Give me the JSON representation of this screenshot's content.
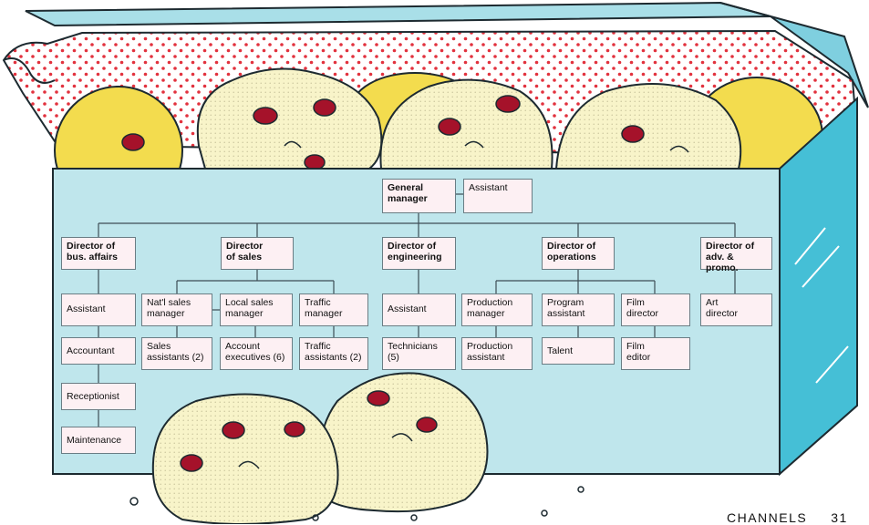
{
  "chart": {
    "nodes": {
      "gm": "General\nmanager",
      "gm_assistant": "Assistant",
      "dir_bus": "Director of\nbus. affairs",
      "dir_sales": "Director\nof sales",
      "dir_eng": "Director of\nengineering",
      "dir_ops": "Director of\noperations",
      "dir_adv": "Director of\nadv. & promo.",
      "bus_assistant": "Assistant",
      "bus_accountant": "Accountant",
      "bus_receptionist": "Receptionist",
      "bus_maintenance": "Maintenance",
      "natl_sales": "Nat'l sales\nmanager",
      "local_sales": "Local sales\nmanager",
      "traffic_mgr": "Traffic\nmanager",
      "sales_assistants": "Sales\nassistants (2)",
      "account_execs": "Account\nexecutives (6)",
      "traffic_assistants": "Traffic\nassistants (2)",
      "eng_assistant": "Assistant",
      "technicians": "Technicians\n(5)",
      "production_mgr": "Production\nmanager",
      "program_assistant": "Program\nassistant",
      "film_director": "Film\ndirector",
      "production_assistant": "Production\nassistant",
      "talent": "Talent",
      "film_editor": "Film\neditor",
      "art_director": "Art\ndirector"
    }
  },
  "footer": {
    "section": "CHANNELS",
    "page": "31"
  },
  "colors": {
    "box_front": "#bfe6ec",
    "box_side": "#45bfd6",
    "node_fill": "#fdf0f3",
    "cookie": "#f8f4c9",
    "cookie_yellow": "#f3dc4e",
    "chip": "#a5122a",
    "tissue_dots": "#e2323e"
  }
}
